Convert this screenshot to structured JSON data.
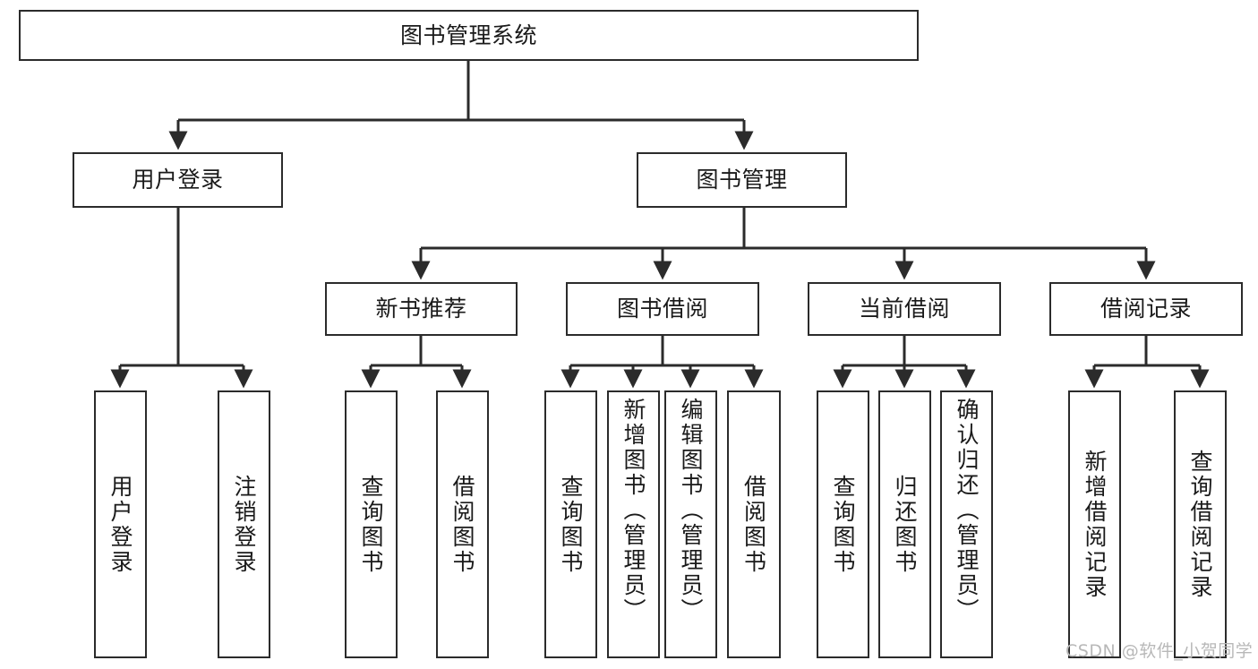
{
  "diagram": {
    "title": "图书管理系统",
    "root": {
      "id": "root",
      "label": "图书管理系统"
    },
    "level2": [
      {
        "id": "user-login",
        "label": "用户登录"
      },
      {
        "id": "book-manage",
        "label": "图书管理"
      }
    ],
    "level3": [
      {
        "id": "new-book-rec",
        "label": "新书推荐"
      },
      {
        "id": "book-borrow",
        "label": "图书借阅"
      },
      {
        "id": "current-borrow",
        "label": "当前借阅"
      },
      {
        "id": "borrow-record",
        "label": "借阅记录"
      }
    ],
    "leaves": [
      {
        "id": "leaf-user-login",
        "label": "用户登录",
        "parent": "user-login"
      },
      {
        "id": "leaf-logout",
        "label": "注销登录",
        "parent": "user-login"
      },
      {
        "id": "leaf-query-book-1",
        "label": "查询图书",
        "parent": "new-book-rec"
      },
      {
        "id": "leaf-borrow-book-1",
        "label": "借阅图书",
        "parent": "new-book-rec"
      },
      {
        "id": "leaf-query-book-2",
        "label": "查询图书",
        "parent": "book-borrow"
      },
      {
        "id": "leaf-add-book",
        "label": "新增图书（管理员）",
        "parent": "book-borrow"
      },
      {
        "id": "leaf-edit-book",
        "label": "编辑图书（管理员）",
        "parent": "book-borrow"
      },
      {
        "id": "leaf-borrow-book-2",
        "label": "借阅图书",
        "parent": "book-borrow"
      },
      {
        "id": "leaf-query-book-3",
        "label": "查询图书",
        "parent": "current-borrow"
      },
      {
        "id": "leaf-return-book",
        "label": "归还图书",
        "parent": "current-borrow"
      },
      {
        "id": "leaf-confirm-return",
        "label": "确认归还（管理员）",
        "parent": "current-borrow"
      },
      {
        "id": "leaf-add-record",
        "label": "新增借阅记录",
        "parent": "borrow-record"
      },
      {
        "id": "leaf-query-record",
        "label": "查询借阅记录",
        "parent": "borrow-record"
      }
    ]
  },
  "watermark": "CSDN @软件_小贺同学",
  "colors": {
    "stroke": "#2b2b2b",
    "background": "#ffffff",
    "text": "#1a1a1a",
    "watermark": "#b8b8b8"
  }
}
